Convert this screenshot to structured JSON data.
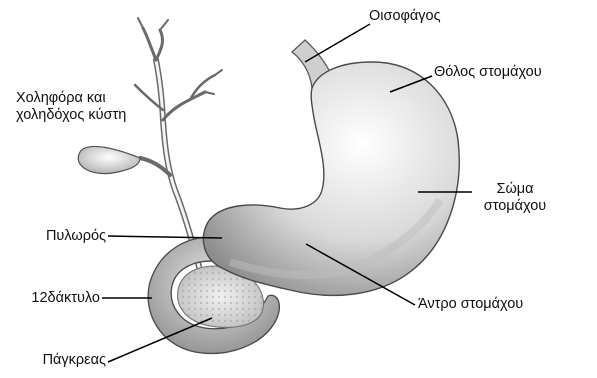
{
  "labels": {
    "esophagus": "Οισοφάγος",
    "fundus": "Θόλος στομάχου",
    "body_line1": "Σώμα",
    "body_line2": "στομάχου",
    "antrum": "Άντρο στομάχου",
    "biliary_line1": "Χοληφόρα και",
    "biliary_line2": "χοληδόχος κύστη",
    "pylorus": "Πυλωρός",
    "duodenum": "12δάκτυλο",
    "pancreas": "Πάγκρεας"
  }
}
